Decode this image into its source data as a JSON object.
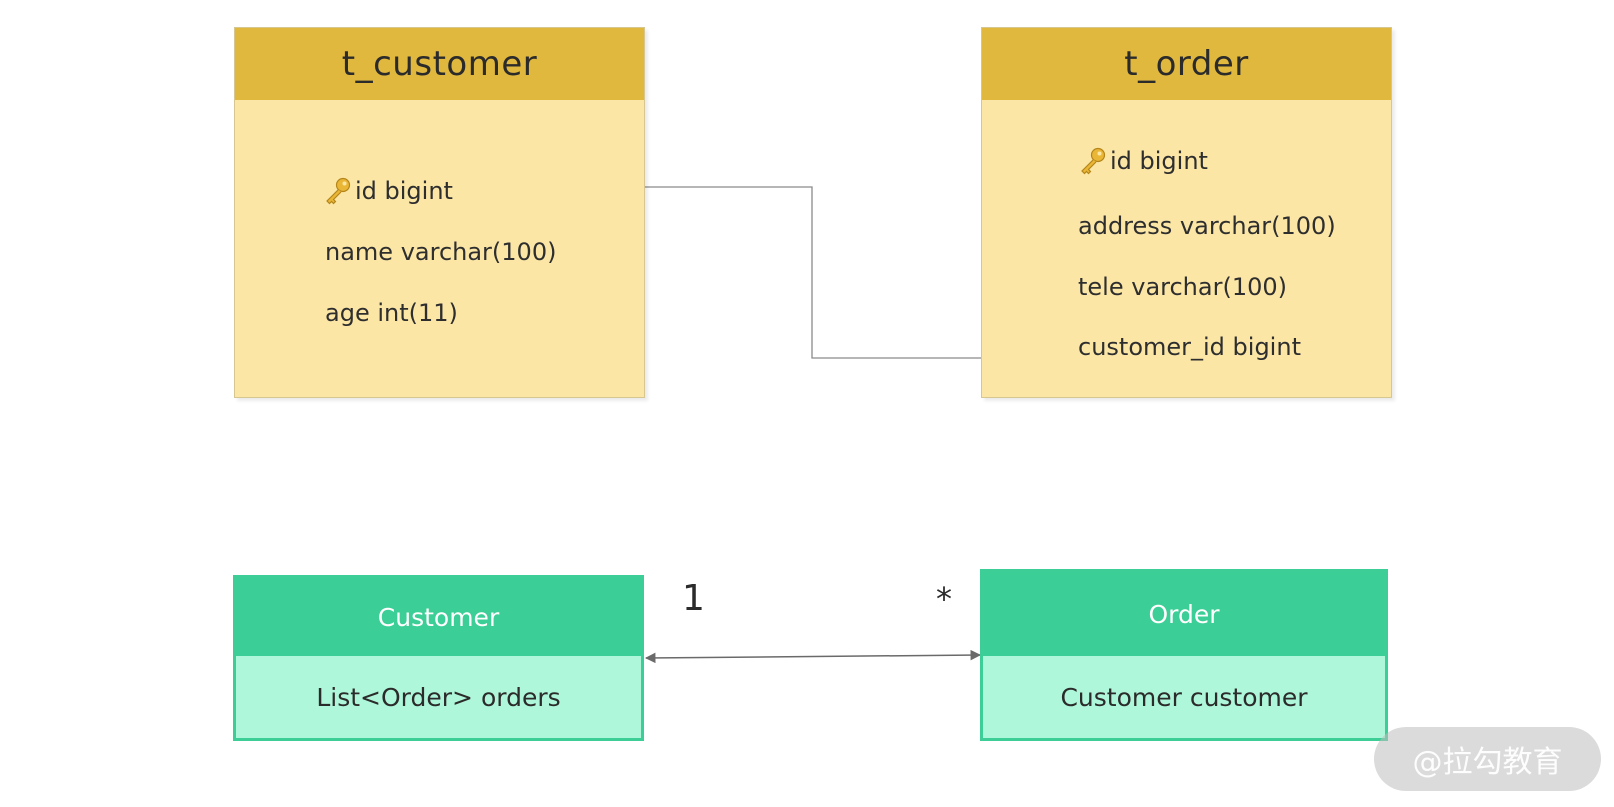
{
  "tables": {
    "customer": {
      "title": "t_customer",
      "fields": [
        "id bigint",
        "name varchar(100)",
        "age int(11)"
      ]
    },
    "order": {
      "title": "t_order",
      "fields": [
        "id bigint",
        "address varchar(100)",
        "tele varchar(100)",
        "customer_id bigint"
      ]
    }
  },
  "classes": {
    "customer": {
      "name": "Customer",
      "attribute": "List<Order> orders"
    },
    "order": {
      "name": "Order",
      "attribute": "Customer customer"
    }
  },
  "association": {
    "left_multiplicity": "1",
    "right_multiplicity": "*"
  },
  "watermark": "@拉勾教育",
  "colors": {
    "table_header": "#e0b83e",
    "table_body": "#fbe6a6",
    "class_header": "#3bce96",
    "class_body": "#aff7da",
    "class_border": "#3dcd97",
    "connector": "#7a7a7a"
  },
  "icons": {
    "primary_key": "key-icon"
  }
}
